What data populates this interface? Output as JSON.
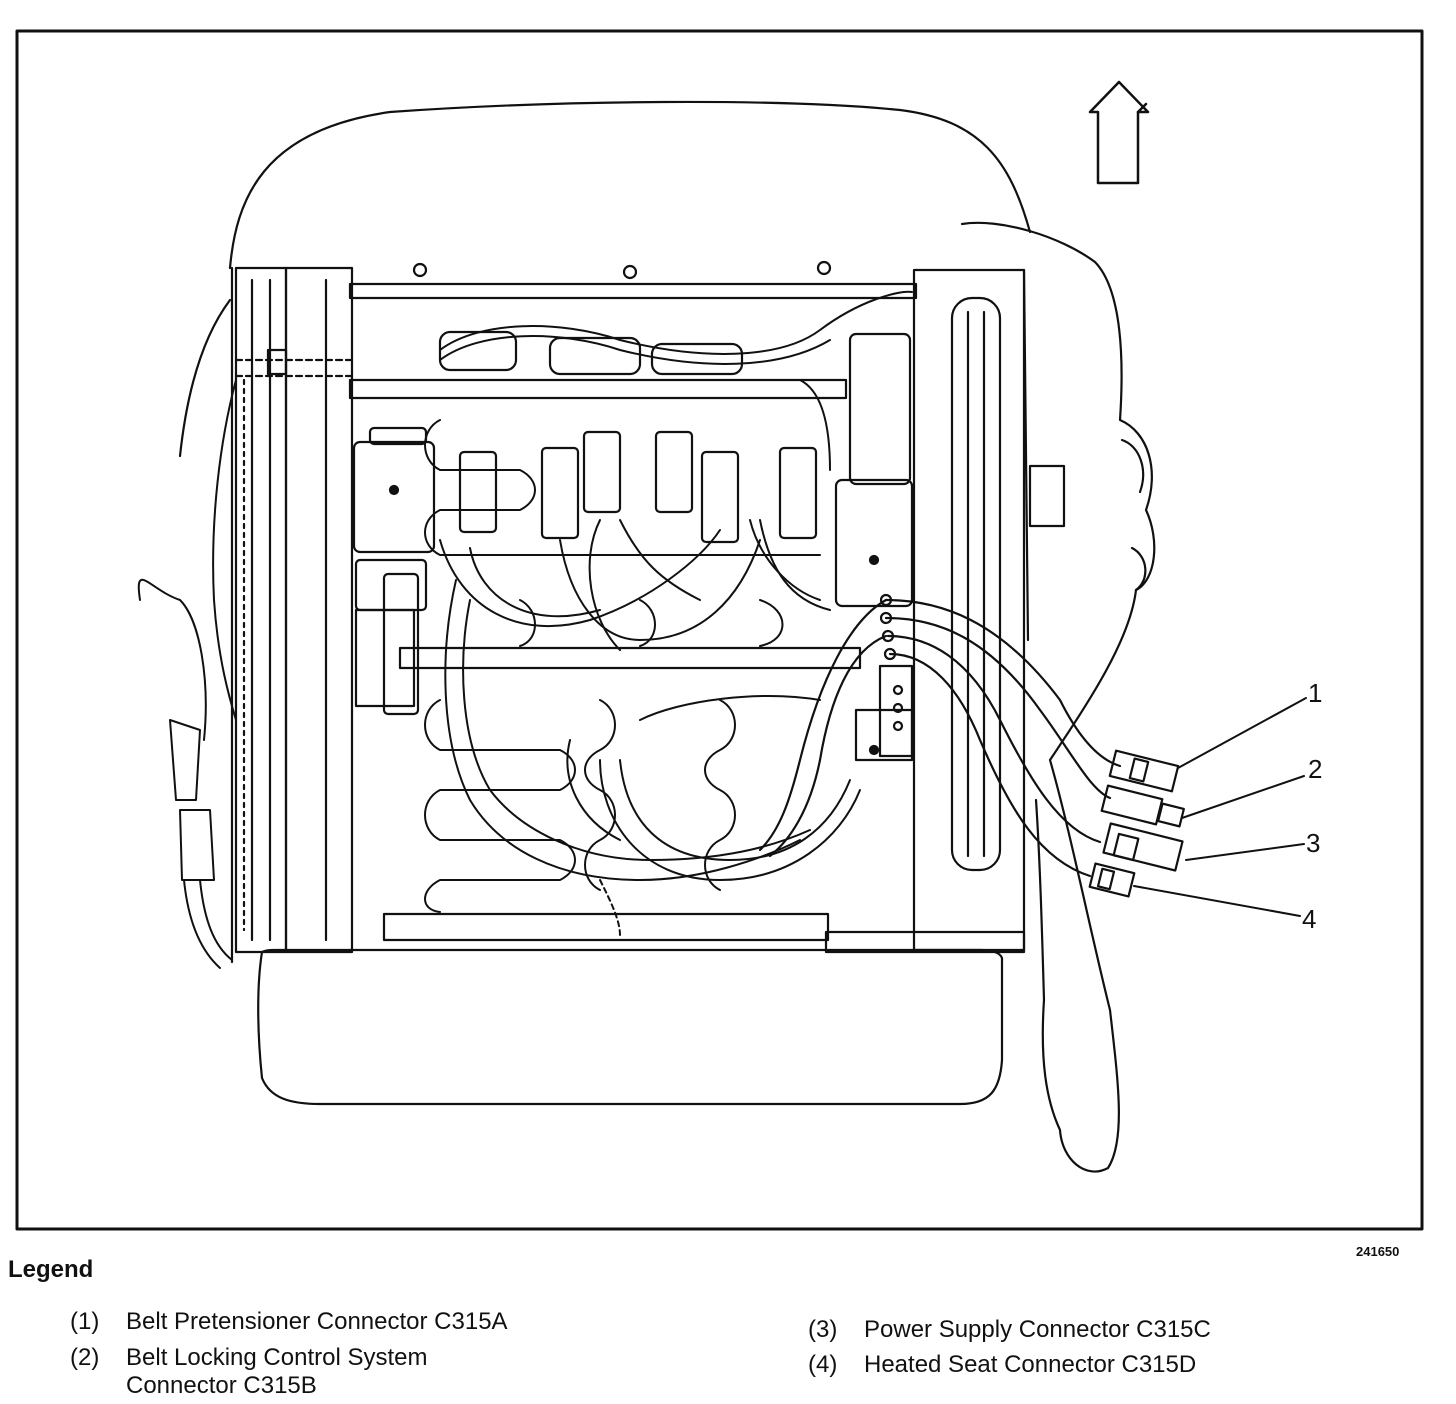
{
  "figure_id": "241650",
  "direction_arrow_icon": "up-arrow-icon",
  "callouts": [
    "1",
    "2",
    "3",
    "4"
  ],
  "legend": {
    "title": "Legend",
    "items": [
      {
        "num": "(1)",
        "text": "Belt Pretensioner Connector C315A"
      },
      {
        "num": "(2)",
        "text": "Belt Locking Control System",
        "text2": "Connector C315B"
      },
      {
        "num": "(3)",
        "text": "Power Supply Connector C315C"
      },
      {
        "num": "(4)",
        "text": "Heated Seat Connector C315D"
      }
    ]
  }
}
